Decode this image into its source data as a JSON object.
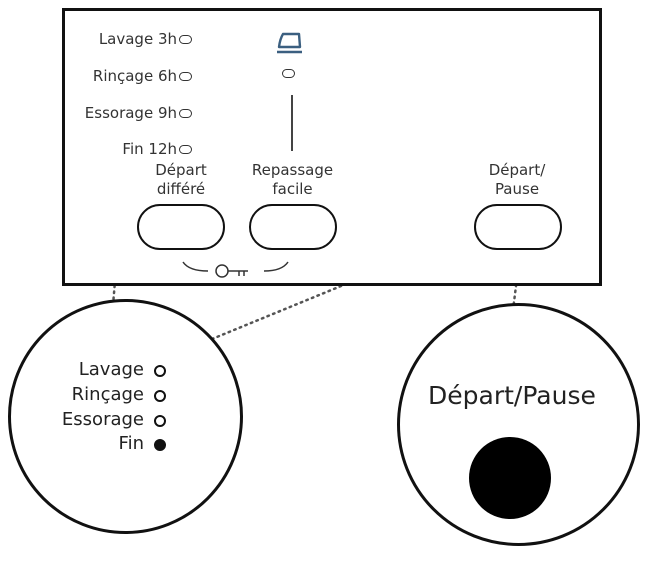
{
  "panel": {
    "delay_options": [
      {
        "label": "Lavage 3h"
      },
      {
        "label": "Rinçage 6h"
      },
      {
        "label": "Essorage 9h"
      },
      {
        "label": "Fin 12h"
      }
    ],
    "buttons": {
      "delay_start": {
        "line1": "Départ",
        "line2": "différé"
      },
      "easy_iron": {
        "line1": "Repassage",
        "line2": "facile"
      },
      "start_pause": {
        "line1": "Départ/",
        "line2": "Pause"
      }
    },
    "icons": {
      "iron": "iron-icon",
      "key": "key-icon"
    }
  },
  "zoom_left": {
    "items": [
      {
        "label": "Lavage",
        "state": "off"
      },
      {
        "label": "Rinçage",
        "state": "off"
      },
      {
        "label": "Essorage",
        "state": "off"
      },
      {
        "label": "Fin",
        "state": "on"
      }
    ]
  },
  "zoom_right": {
    "title": "Départ/Pause",
    "indicator": "on"
  }
}
